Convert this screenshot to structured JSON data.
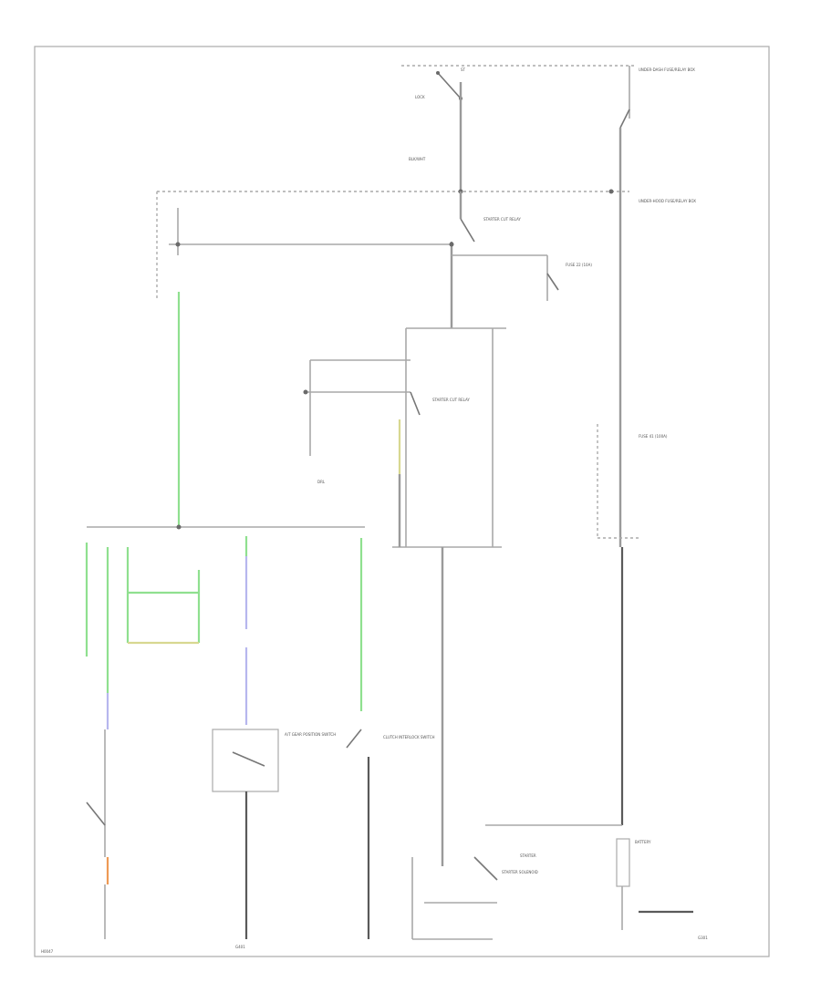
{
  "labels": {
    "under_dash_fuse_box": "UNDER-DASH FUSE/RELAY BOX",
    "ign_switch_pos_on": "ST",
    "ign_switch_pos_off": "LOCK",
    "batt_wire": "BLK/WHT",
    "starter_cut_relay": "STARTER CUT RELAY",
    "fuse_22": "FUSE 22 (10A)",
    "under_hood_box": "UNDER-HOOD FUSE/RELAY BOX",
    "main_fuse": "FUSE 41 (100A)",
    "starter_cut_relay_2": "STARTER CUT RELAY",
    "daytime_running": "DRL",
    "neutral_switch": "A/T GEAR POSITION SWITCH",
    "clutch_interlock": "CLUTCH INTERLOCK SWITCH",
    "ground": "G401",
    "starter": "STARTER",
    "starter_solenoid": "STARTER SOLENOID",
    "battery": "BATTERY",
    "ground_2": "G301",
    "footer_code": "H0047"
  }
}
